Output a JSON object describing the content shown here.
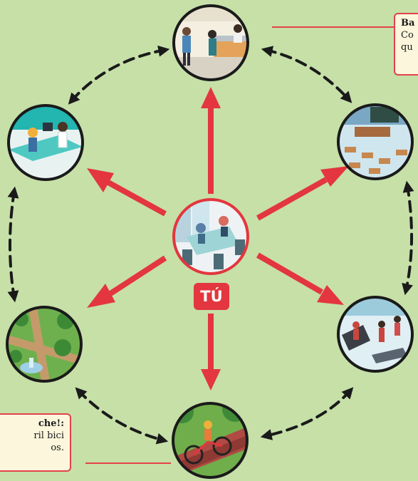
{
  "center": {
    "badge_label": "TÚ"
  },
  "callouts": {
    "top_right": {
      "title": "Ba",
      "line1": "Co",
      "line2": "qu"
    },
    "bottom_left": {
      "title": "che!:",
      "line1": "ril bici",
      "line2": "os."
    }
  },
  "colors": {
    "background": "#c6e0a8",
    "arrow": "#e3363e",
    "ring": "#e3363e",
    "dashed": "#1a1a1a",
    "callout_bg": "#fbf6dc"
  },
  "nodes": [
    {
      "id": "shop",
      "icon": "shop-counter-scene"
    },
    {
      "id": "classroom",
      "icon": "classroom-scene"
    },
    {
      "id": "gym",
      "icon": "gym-scene"
    },
    {
      "id": "cycling",
      "icon": "bike-lane-scene"
    },
    {
      "id": "park",
      "icon": "park-fountain-scene"
    },
    {
      "id": "clinic",
      "icon": "clinic-scene"
    }
  ]
}
